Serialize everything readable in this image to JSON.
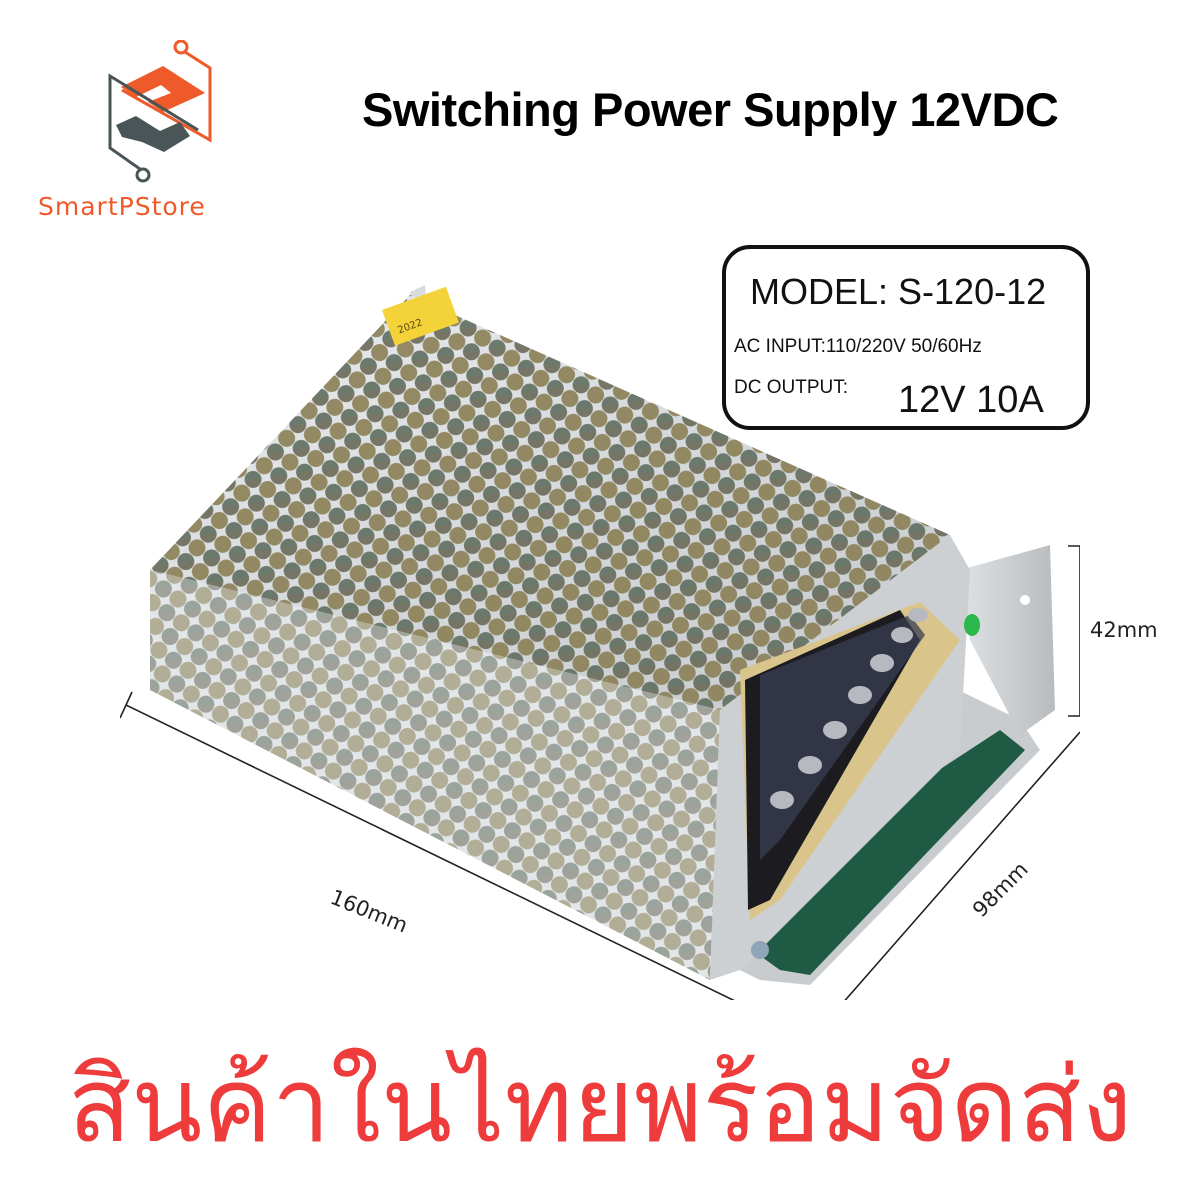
{
  "brand": {
    "name": "SmartPStore",
    "logo_icon": "circuit-s-logo-icon",
    "primary_color": "#ee5a2a",
    "secondary_color": "#4a5558"
  },
  "header": {
    "title": "Switching Power Supply 12VDC"
  },
  "spec_label": {
    "model": "MODEL: S-120-12",
    "ac_input": "AC INPUT:110/220V 50/60Hz",
    "dc_output_label": "DC OUTPUT:",
    "dc_output_value": "12V 10A"
  },
  "product": {
    "description": "perforated-metal-enclosure-power-supply",
    "sticker_text": "2022",
    "led_color": "#2bb84a",
    "terminal_count": 7
  },
  "dimensions": {
    "length": "160mm",
    "width": "98mm",
    "height": "42mm"
  },
  "banner": {
    "text": "สินค้าในไทยพร้อมจัดส่ง",
    "color": "#ee3b3b"
  }
}
